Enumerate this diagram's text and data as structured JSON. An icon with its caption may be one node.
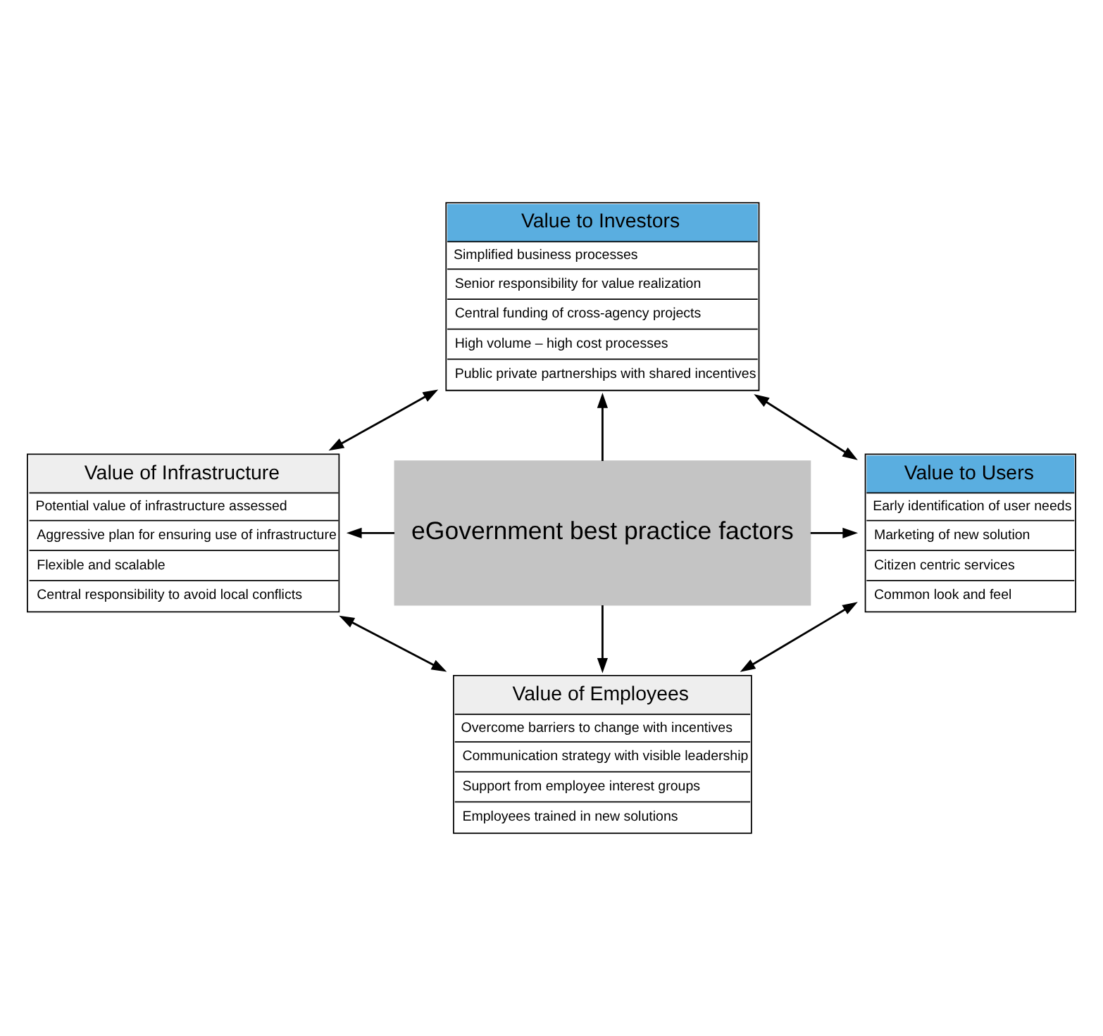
{
  "diagram": {
    "nodes": [
      {
        "text": [
          "Value to Investors",
          "Simplified business processes",
          "Senior responsibility for value realization",
          "Central funding of cross-agency projects",
          "High volume – high cost processes",
          "Public private partnerships with shared incentives"
        ]
      },
      {
        "text": [
          "Value of Infrastructure",
          "Potential value of infrastructure assessed",
          "Aggressive plan for ensuring use of infrastructure",
          "Flexible and scalable",
          "Central responsibility to avoid local conflicts"
        ]
      },
      {
        "text": [
          "eGovernment best practice factors"
        ]
      },
      {
        "text": [
          "Value to Users",
          "Early identification of user needs",
          "Marketing of new solution",
          "Citizen centric services",
          "Common look and feel"
        ]
      },
      {
        "text": [
          "Value of Employees",
          "Overcome barriers to change with incentives",
          "Communication strategy with visible leadership",
          "Support from employee interest groups",
          "Employees trained in new solutions"
        ]
      }
    ],
    "edges": [
      {
        "from": 2,
        "to": 0,
        "arrow": "to"
      },
      {
        "from": 2,
        "to": 1,
        "arrow": "to"
      },
      {
        "from": 2,
        "to": 3,
        "arrow": "to"
      },
      {
        "from": 2,
        "to": 4,
        "arrow": "to"
      },
      {
        "from": 0,
        "to": 1,
        "arrow": "both"
      },
      {
        "from": 0,
        "to": 3,
        "arrow": "both"
      },
      {
        "from": 1,
        "to": 4,
        "arrow": "both"
      },
      {
        "from": 3,
        "to": 4,
        "arrow": "both"
      }
    ]
  }
}
